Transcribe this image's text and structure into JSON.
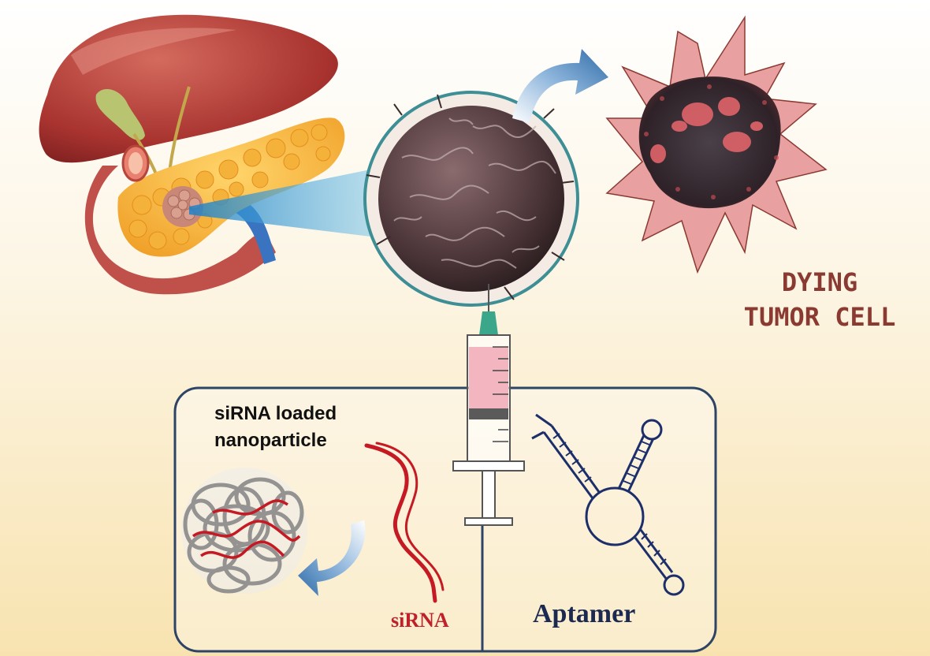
{
  "labels": {
    "dying_line1": "DYING",
    "dying_line2": "TUMOR CELL",
    "nano_line1": "siRNA loaded",
    "nano_line2": "nanoparticle",
    "sirna": "siRNA",
    "aptamer": "Aptamer"
  },
  "colors": {
    "dying_text": "#8b3a32",
    "sirna_text": "#c0202a",
    "aptamer_text": "#1c2a52",
    "panel_border": "#2d4466",
    "cell_ring": "#3e8f95",
    "arrow_blue": "#2f6ca8",
    "sirna_strand": "#c51a23",
    "aptamer_stroke": "#1c2f6b",
    "syringe_fluid": "#f3b5c0"
  }
}
